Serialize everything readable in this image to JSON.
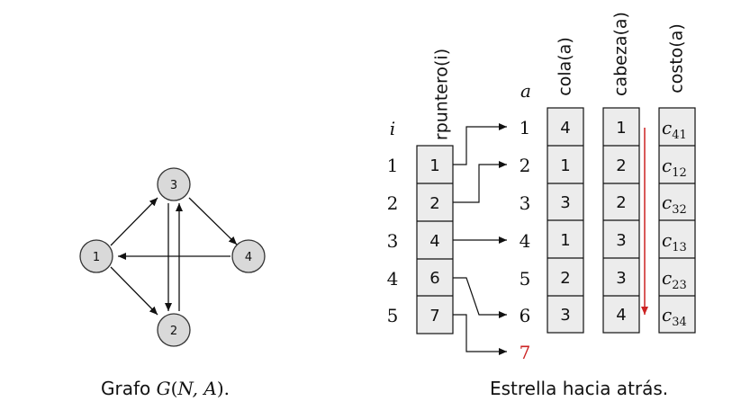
{
  "graph": {
    "nodes": [
      "1",
      "2",
      "3",
      "4"
    ],
    "caption_prefix": "Grafo ",
    "caption_math": "G",
    "caption_open": "(",
    "caption_args": "N, A",
    "caption_close": ").",
    "node_fill": "#d9d9d9",
    "node_stroke": "#333333"
  },
  "star": {
    "i_header": "i",
    "a_header": "a",
    "rpuntero_header": "rpuntero(i)",
    "cola_header": "cola(a)",
    "cabeza_header": "cabeza(a)",
    "costo_header": "costo(a)",
    "i_values": [
      "1",
      "2",
      "3",
      "4",
      "5"
    ],
    "rpuntero_values": [
      "1",
      "2",
      "4",
      "6",
      "7"
    ],
    "a_values": [
      "1",
      "2",
      "3",
      "4",
      "5",
      "6",
      "7"
    ],
    "cola_values": [
      "4",
      "1",
      "3",
      "1",
      "2",
      "3"
    ],
    "cabeza_values": [
      "1",
      "2",
      "2",
      "3",
      "3",
      "4"
    ],
    "costo_values": [
      {
        "base": "c",
        "sub": "41"
      },
      {
        "base": "c",
        "sub": "12"
      },
      {
        "base": "c",
        "sub": "32"
      },
      {
        "base": "c",
        "sub": "13"
      },
      {
        "base": "c",
        "sub": "23"
      },
      {
        "base": "c",
        "sub": "34"
      }
    ],
    "caption": "Estrella hacia atrás.",
    "cell_fill": "#ececec",
    "highlight_color": "#cc2222"
  }
}
